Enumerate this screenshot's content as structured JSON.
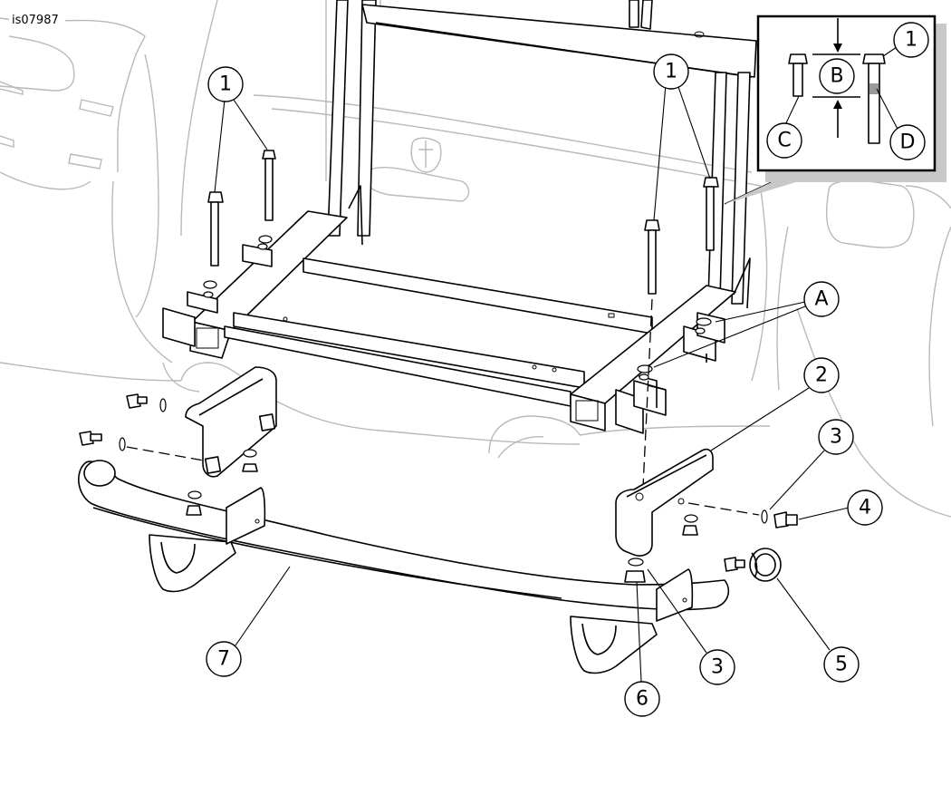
{
  "figure": {
    "id_label": "is07987"
  },
  "callouts": [
    {
      "key": "bolt-left",
      "label": "1"
    },
    {
      "key": "bolt-right",
      "label": "1"
    },
    {
      "key": "bolt-inset",
      "label": "1"
    },
    {
      "key": "dim-b",
      "label": "B"
    },
    {
      "key": "dim-c",
      "label": "C"
    },
    {
      "key": "dim-d",
      "label": "D"
    },
    {
      "key": "washer-a",
      "label": "A"
    },
    {
      "key": "bracket",
      "label": "2"
    },
    {
      "key": "washer-upper",
      "label": "3"
    },
    {
      "key": "screw",
      "label": "4"
    },
    {
      "key": "plug",
      "label": "5"
    },
    {
      "key": "nut",
      "label": "6"
    },
    {
      "key": "washer-lower",
      "label": "3"
    },
    {
      "key": "bumper",
      "label": "7"
    }
  ],
  "colors": {
    "line": "#000000",
    "ghost": "#b9b9b9",
    "background": "#ffffff"
  }
}
